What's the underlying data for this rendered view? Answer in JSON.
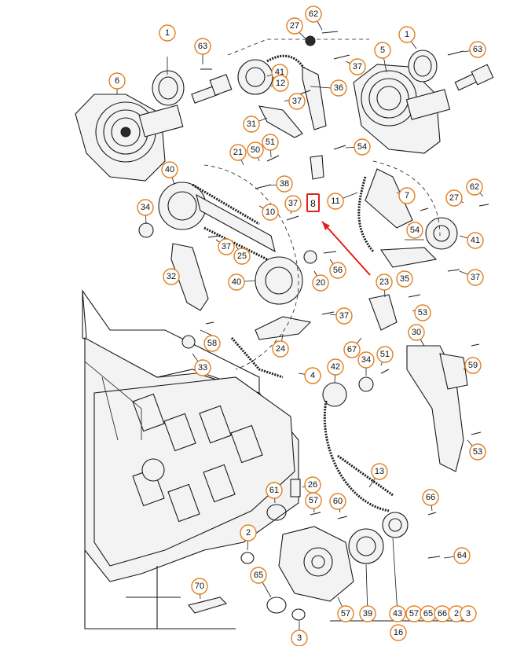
{
  "diagram": {
    "highlighted_part": "8",
    "callouts": [
      "1",
      "2",
      "3",
      "4",
      "5",
      "6",
      "7",
      "10",
      "11",
      "12",
      "13",
      "16",
      "20",
      "21",
      "23",
      "24",
      "25",
      "26",
      "27",
      "30",
      "31",
      "32",
      "33",
      "34",
      "35",
      "36",
      "37",
      "38",
      "39",
      "40",
      "41",
      "42",
      "43",
      "50",
      "51",
      "53",
      "54",
      "56",
      "57",
      "58",
      "59",
      "60",
      "61",
      "62",
      "63",
      "64",
      "65",
      "66",
      "67",
      "70"
    ]
  },
  "colors": {
    "callout_ring": "#e2801e",
    "highlight": "#e0201a",
    "line": "#1a1a1a"
  }
}
